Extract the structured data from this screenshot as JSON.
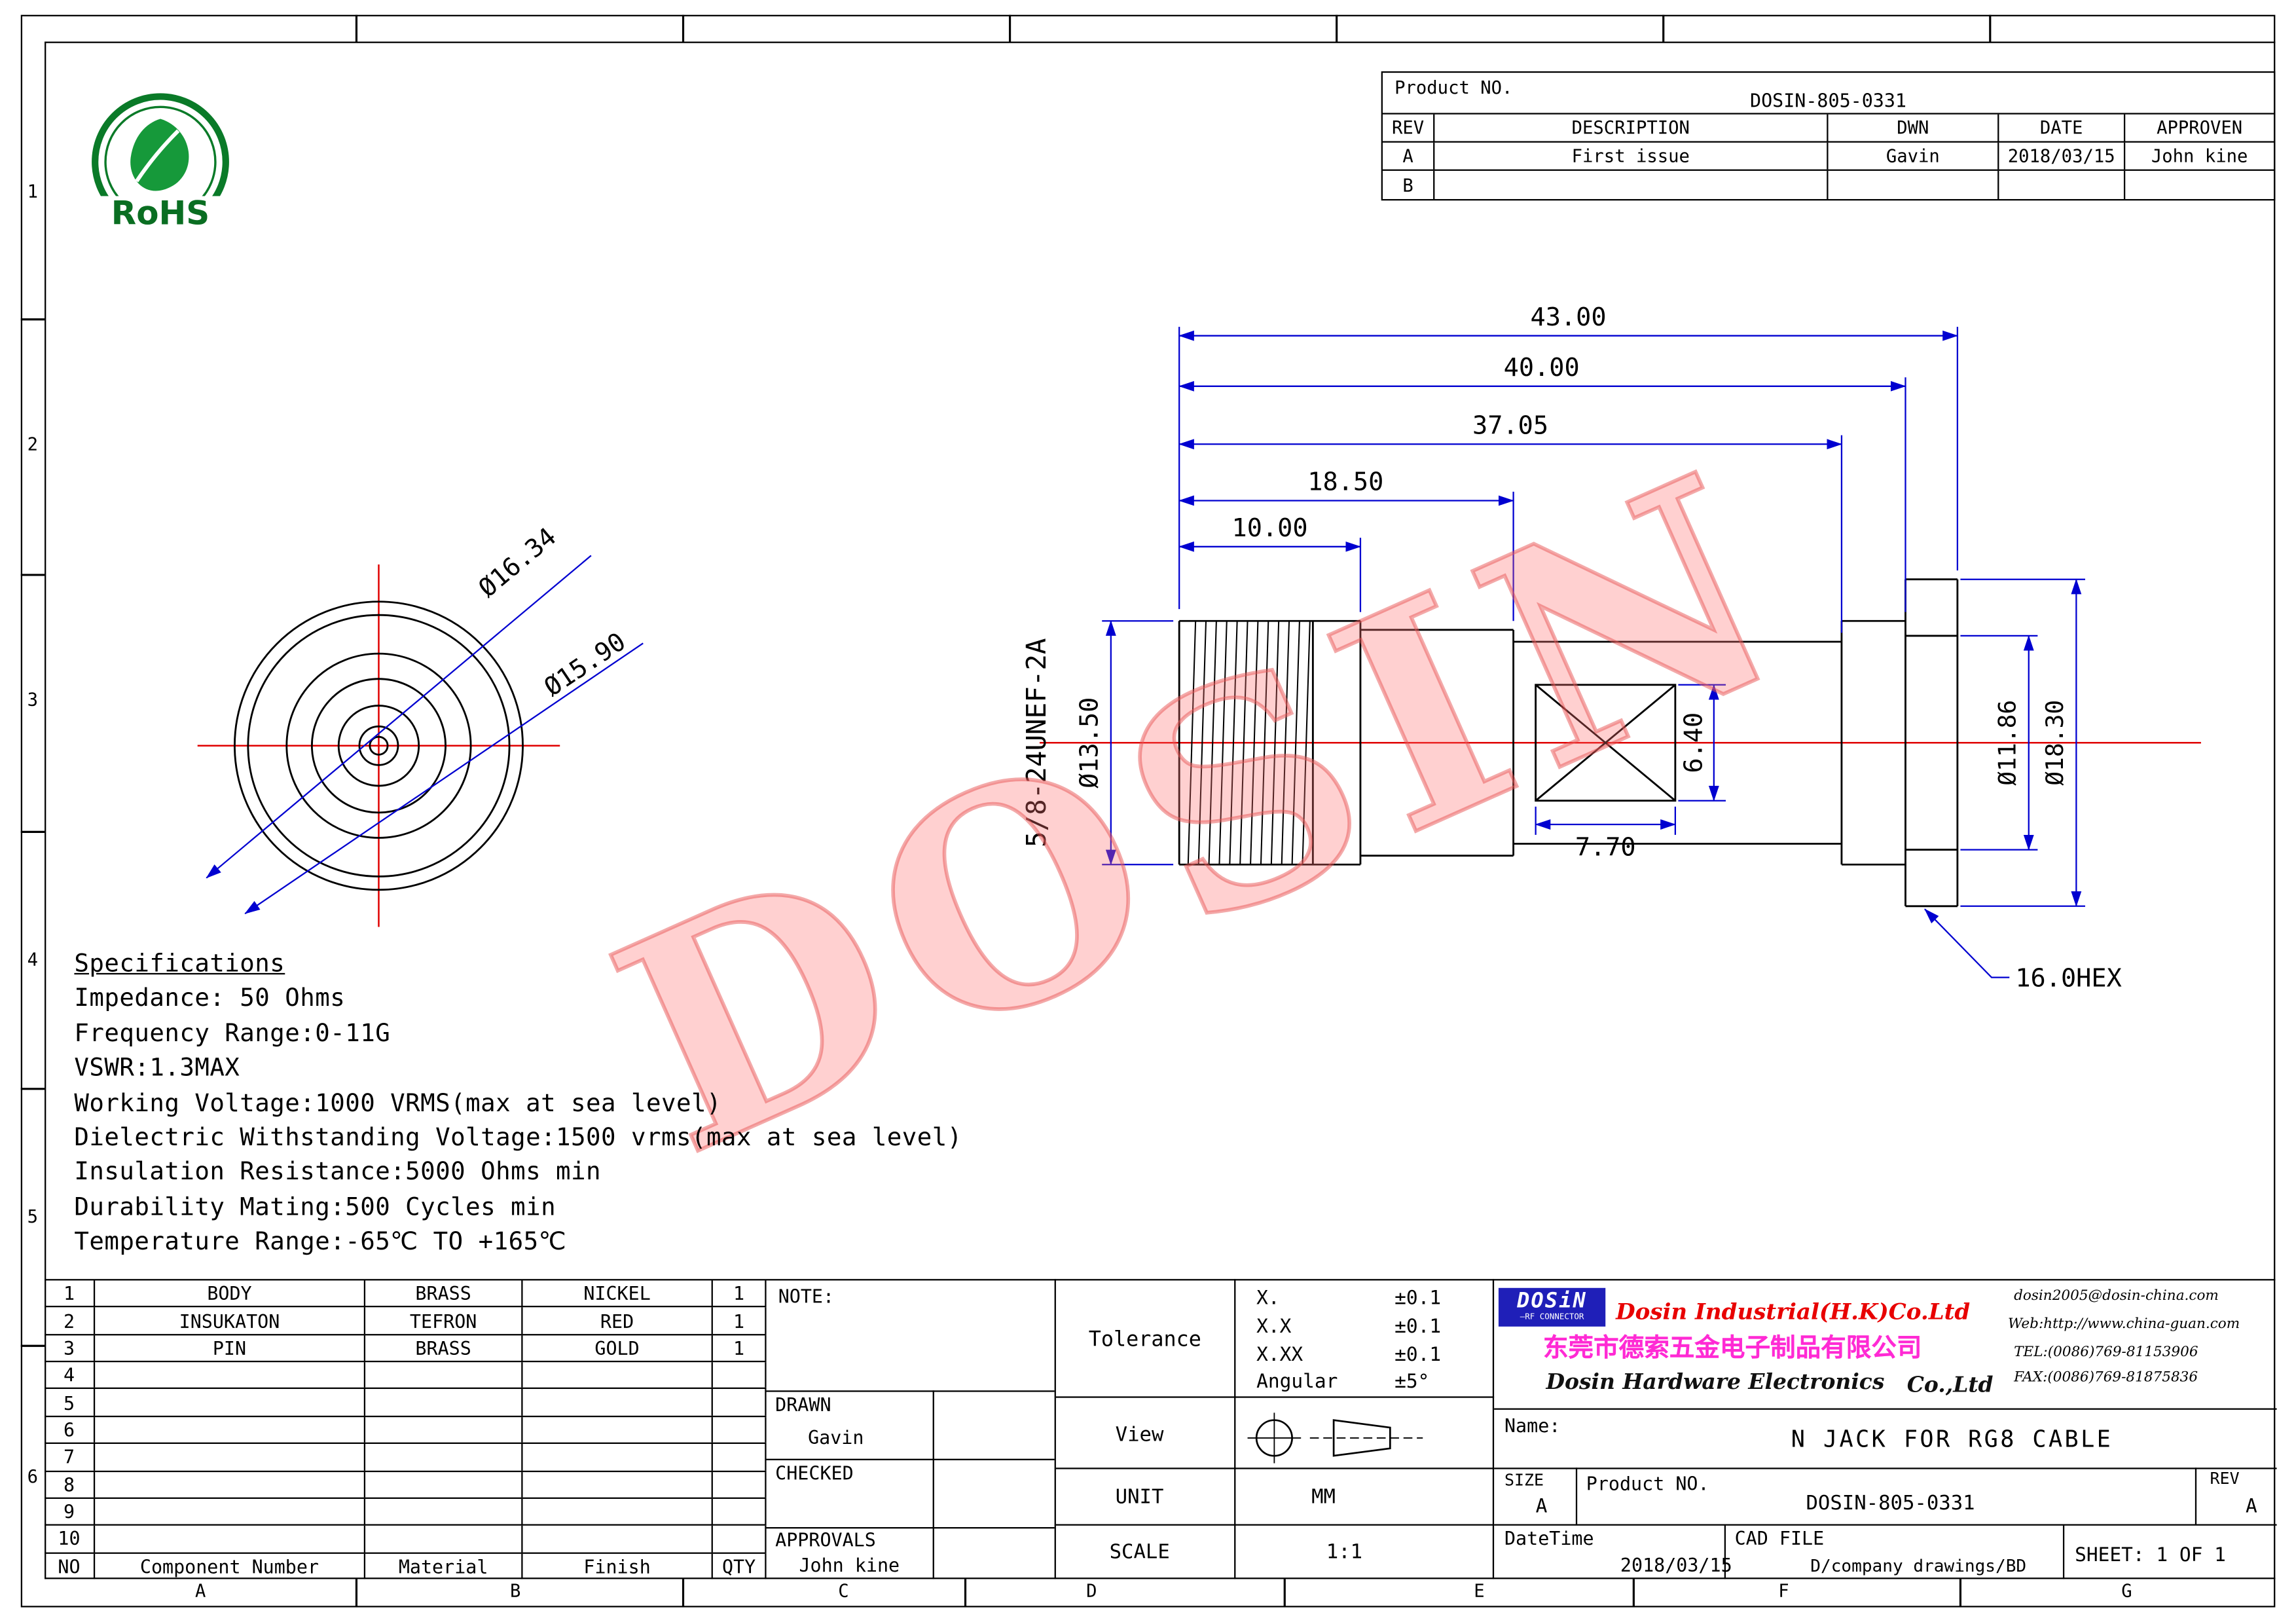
{
  "colors": {
    "dim_line": "#0000d0",
    "centerline": "#e00000",
    "watermark_pink": "#ff7070",
    "brand_red": "#e80000",
    "brand_magenta": "#ff2ad4",
    "logo_blue": "#1f1fb8",
    "rohs_green": "#0a7a28"
  },
  "zones": {
    "rows": [
      "1",
      "2",
      "3",
      "4",
      "5",
      "6"
    ],
    "cols": [
      "A",
      "B",
      "C",
      "D",
      "E",
      "F",
      "G"
    ]
  },
  "rohs_label": "RoHS",
  "watermark": "DOSIN",
  "rev_table": {
    "product_no_label": "Product NO.",
    "product_no": "DOSIN-805-0331",
    "col_rev": "REV",
    "col_desc": "DESCRIPTION",
    "col_dwn": "DWN",
    "col_date": "DATE",
    "col_app": "APPROVEN",
    "rows": [
      {
        "rev": "A",
        "desc": "First issue",
        "dwn": "Gavin",
        "date": "2018/03/15",
        "app": "John kine"
      },
      {
        "rev": "B",
        "desc": "",
        "dwn": "",
        "date": "",
        "app": ""
      }
    ]
  },
  "dims": {
    "len_43": "43.00",
    "len_40": "40.00",
    "len_3705": "37.05",
    "len_185": "18.50",
    "len_10": "10.00",
    "dia_1634": "Ø16.34",
    "dia_1590": "Ø15.90",
    "thread_callout": "5/8-24UNEF-2A",
    "dia_1350": "Ø13.50",
    "h_640": "6.40",
    "w_770": "7.70",
    "dia_1186": "Ø11.86",
    "dia_1830": "Ø18.30",
    "hex": "16.0HEX"
  },
  "specs": {
    "title": "Specifications",
    "lines": [
      "Impedance: 50 Ohms",
      "Frequency Range:0-11G",
      "VSWR:1.3MAX",
      "Working Voltage:1000 VRMS(max at sea level)",
      "Dielectric Withstanding Voltage:1500 vrms(max at sea level)",
      "Insulation Resistance:5000 Ohms min",
      "Durability Mating:500 Cycles min",
      "Temperature Range:-65℃ TO +165℃"
    ]
  },
  "bom": {
    "header": {
      "no": "NO",
      "component": "Component Number",
      "material": "Material",
      "finish": "Finish",
      "qty": "QTY"
    },
    "rows": [
      {
        "no": "1",
        "component": "BODY",
        "material": "BRASS",
        "finish": "NICKEL",
        "qty": "1"
      },
      {
        "no": "2",
        "component": "INSUKATON",
        "material": "TEFRON",
        "finish": "RED",
        "qty": "1"
      },
      {
        "no": "3",
        "component": "PIN",
        "material": "BRASS",
        "finish": "GOLD",
        "qty": "1"
      },
      {
        "no": "4",
        "component": "",
        "material": "",
        "finish": "",
        "qty": ""
      },
      {
        "no": "5",
        "component": "",
        "material": "",
        "finish": "",
        "qty": ""
      },
      {
        "no": "6",
        "component": "",
        "material": "",
        "finish": "",
        "qty": ""
      },
      {
        "no": "7",
        "component": "",
        "material": "",
        "finish": "",
        "qty": ""
      },
      {
        "no": "8",
        "component": "",
        "material": "",
        "finish": "",
        "qty": ""
      },
      {
        "no": "9",
        "component": "",
        "material": "",
        "finish": "",
        "qty": ""
      },
      {
        "no": "10",
        "component": "",
        "material": "",
        "finish": "",
        "qty": ""
      }
    ]
  },
  "block": {
    "note": "NOTE:",
    "drawn_label": "DRAWN",
    "drawn": "Gavin",
    "checked_label": "CHECKED",
    "approvals_label": "APPROVALS",
    "approvals": "John kine",
    "tolerance_label": "Tolerance",
    "tol": [
      {
        "name": "X.",
        "value": "±0.1"
      },
      {
        "name": "X.X",
        "value": "±0.1"
      },
      {
        "name": "X.XX",
        "value": "±0.1"
      },
      {
        "name": "Angular",
        "value": "±5°"
      }
    ],
    "view_label": "View",
    "unit_label": "UNIT",
    "unit_value": "MM",
    "scale_label": "SCALE",
    "scale_value": "1:1",
    "name_label": "Name:",
    "name_value": "N JACK FOR RG8 CABLE",
    "size_label": "SIZE",
    "size_value": "A",
    "pn_label": "Product NO.",
    "pn_value": "DOSIN-805-0331",
    "rev_label": "REV",
    "rev_value": "A",
    "date_label": "DateTime",
    "date_value": "2018/03/15",
    "cad_label": "CAD FILE",
    "cad_value": "D/company drawings/BD",
    "sheet": "SHEET: 1 OF 1"
  },
  "company": {
    "logo": "DOSiN",
    "logo_sub": "—RF CONNECTOR",
    "name_red": "Dosin Industrial(H.K)Co.Ltd",
    "name_cn": "东莞市德索五金电子制品有限公司",
    "name_black": "Dosin Hardware Electronics",
    "name_black_suffix": "Co.,Ltd",
    "email": "dosin2005@dosin-china.com",
    "web": "Web:http://www.china-guan.com",
    "tel": "TEL:(0086)769-81153906",
    "fax": "FAX:(0086)769-81875836"
  }
}
